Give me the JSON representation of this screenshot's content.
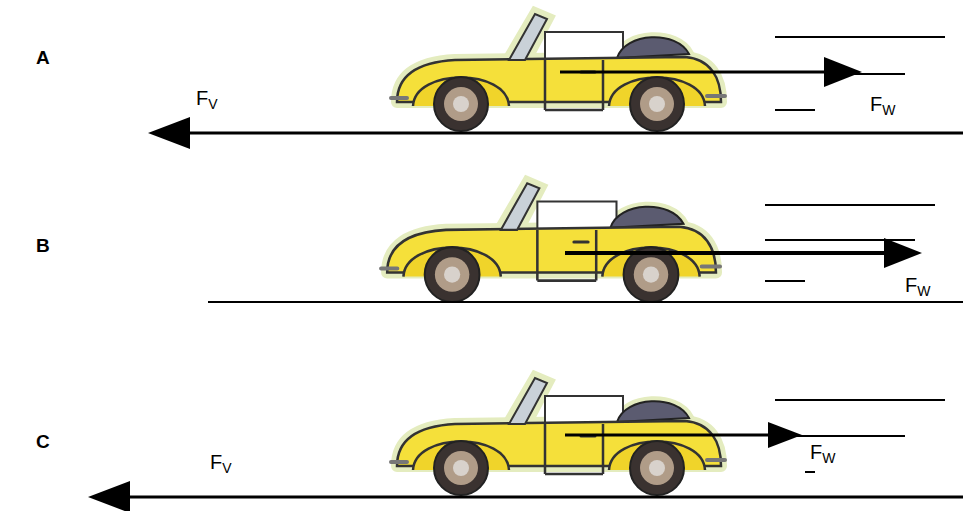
{
  "diagram": {
    "labels": [
      "A",
      "FV",
      "FW",
      "B",
      "FW",
      "C",
      "FV",
      "FW"
    ]
  }
}
